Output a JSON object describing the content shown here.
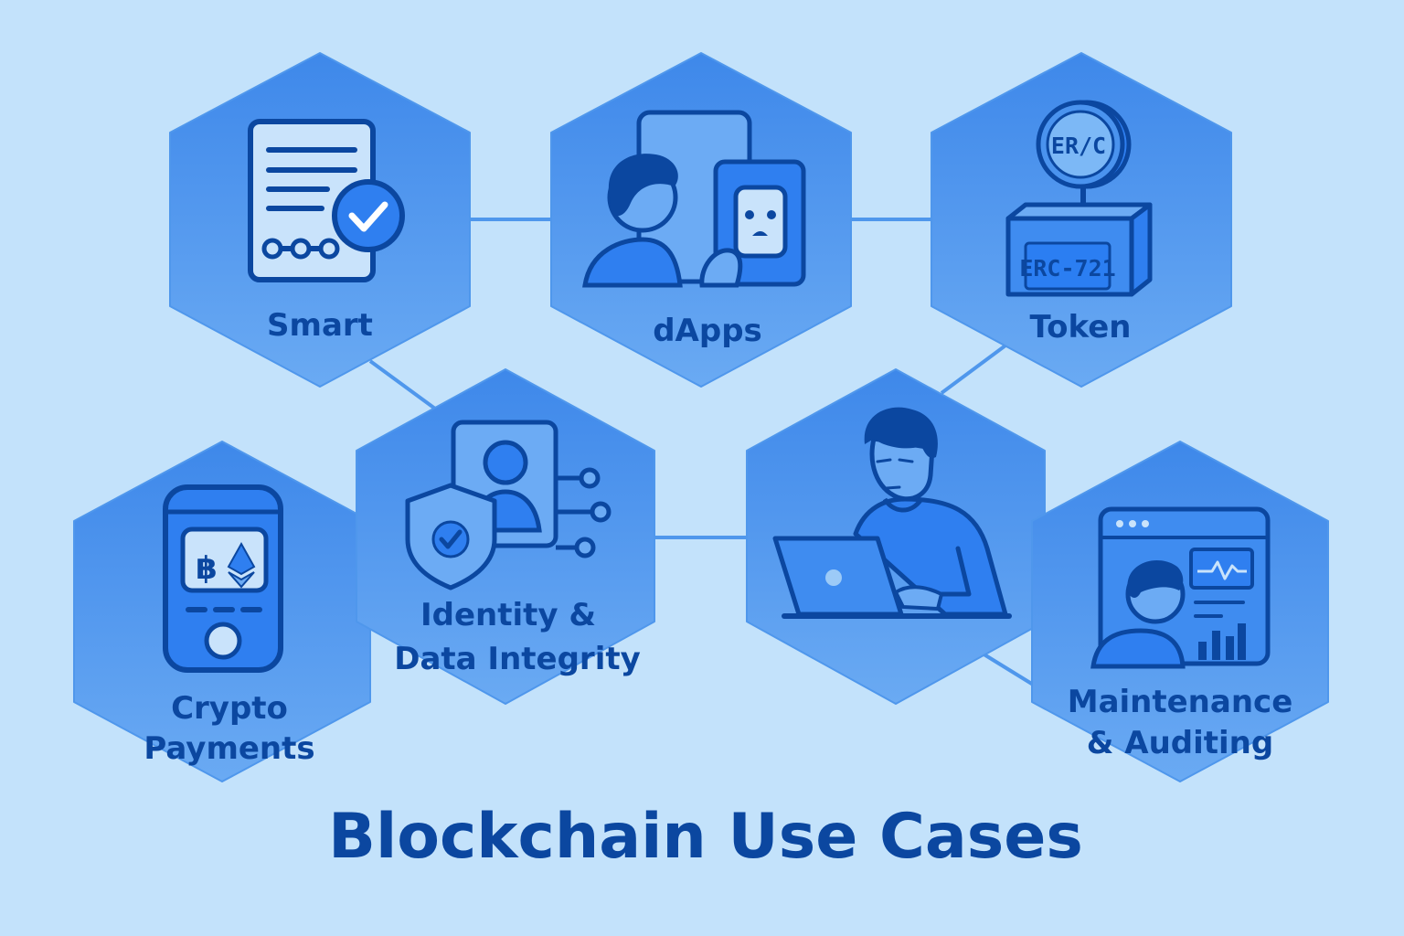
{
  "title": "Blockchain Use Cases",
  "colors": {
    "background": "#c3e2fb",
    "hexagon": "#4f97ec",
    "dark_blue": "#0b47a0",
    "icon_light": "#c9e3fb",
    "connector": "#4f97ec"
  },
  "nodes": {
    "smart": {
      "label": "Smart",
      "icon": "smart-contract-icon"
    },
    "dapps": {
      "label": "dApps",
      "icon": "dapps-user-icon"
    },
    "token": {
      "label": "Token",
      "icon": "token-icon",
      "coin_text": "ER/C",
      "box_text": "ERC-721"
    },
    "crypto": {
      "label_line1": "Crypto",
      "label_line2": "Payments",
      "icon": "crypto-wallet-icon",
      "currency_symbols": [
        "฿",
        "Ξ"
      ]
    },
    "identity": {
      "label_line1": "Identity &",
      "label_line2": "Data Integrity",
      "icon": "identity-shield-icon"
    },
    "developer": {
      "icon": "developer-laptop-icon"
    },
    "maintenance": {
      "label_line1": "Maintenance",
      "label_line2": "& Auditing",
      "icon": "monitoring-dashboard-icon"
    }
  }
}
